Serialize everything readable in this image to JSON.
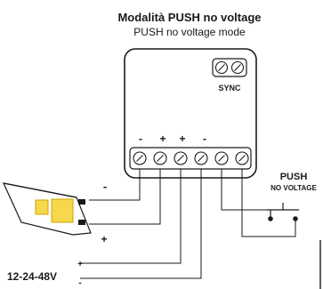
{
  "title": {
    "line1": "Modalità PUSH no voltage",
    "line2": "PUSH no voltage mode"
  },
  "device": {
    "sync_label": "SYNC",
    "polarity_labels": [
      "-",
      "+",
      "+",
      "-"
    ]
  },
  "push_button": {
    "label_line1": "PUSH",
    "label_line2": "NO VOLTAGE"
  },
  "led_strip": {
    "minus_label": "-",
    "plus_label": "+"
  },
  "power_supply": {
    "voltage_label": "12-24-48V",
    "plus_label": "+",
    "minus_label": "-"
  },
  "colors": {
    "line": "#1a1a1a",
    "led_chip": "#f6d84a",
    "led_chip_outline": "#c9a400"
  }
}
